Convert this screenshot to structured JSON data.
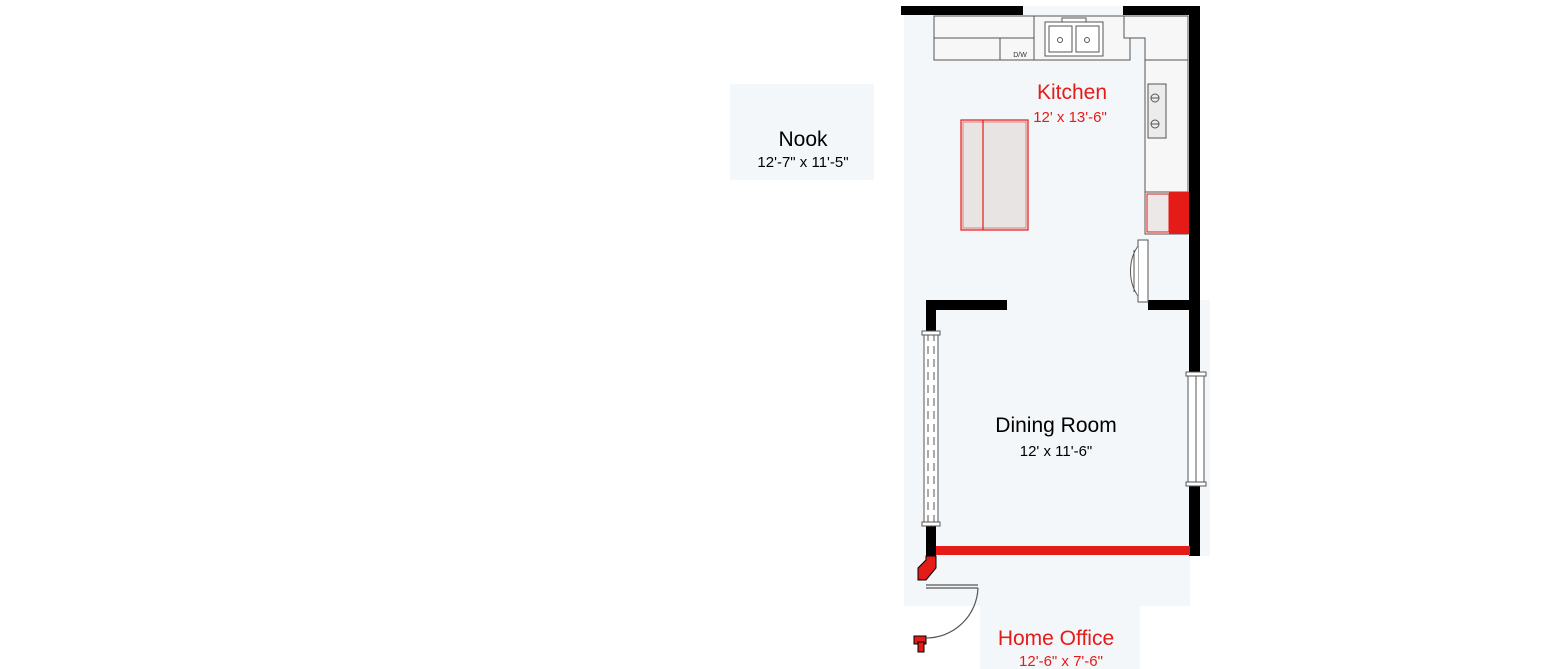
{
  "colors": {
    "background": "#ffffff",
    "floor": "#f4f7fa",
    "wall": "#000000",
    "highlight": "#e41b17",
    "fixture_line": "#555555",
    "label_default": "#000000",
    "label_highlight": "#e41b17"
  },
  "rooms": {
    "nook": {
      "name": "Nook",
      "size": "12'-7\" x 11'-5\""
    },
    "kitchen": {
      "name": "Kitchen",
      "size": "12' x 13'-6\""
    },
    "dining_room": {
      "name": "Dining Room",
      "size": "12' x 11'-6\""
    },
    "home_office": {
      "name": "Home Office",
      "size": "12'-6\" x 7'-6\""
    }
  },
  "fixtures": {
    "dishwasher_label": "D/W"
  },
  "icons": [
    "double-sink-icon",
    "cooktop-icon",
    "refrigerator-icon",
    "kitchen-island-icon",
    "door-swing-icon",
    "sliding-door-icon",
    "window-icon"
  ]
}
